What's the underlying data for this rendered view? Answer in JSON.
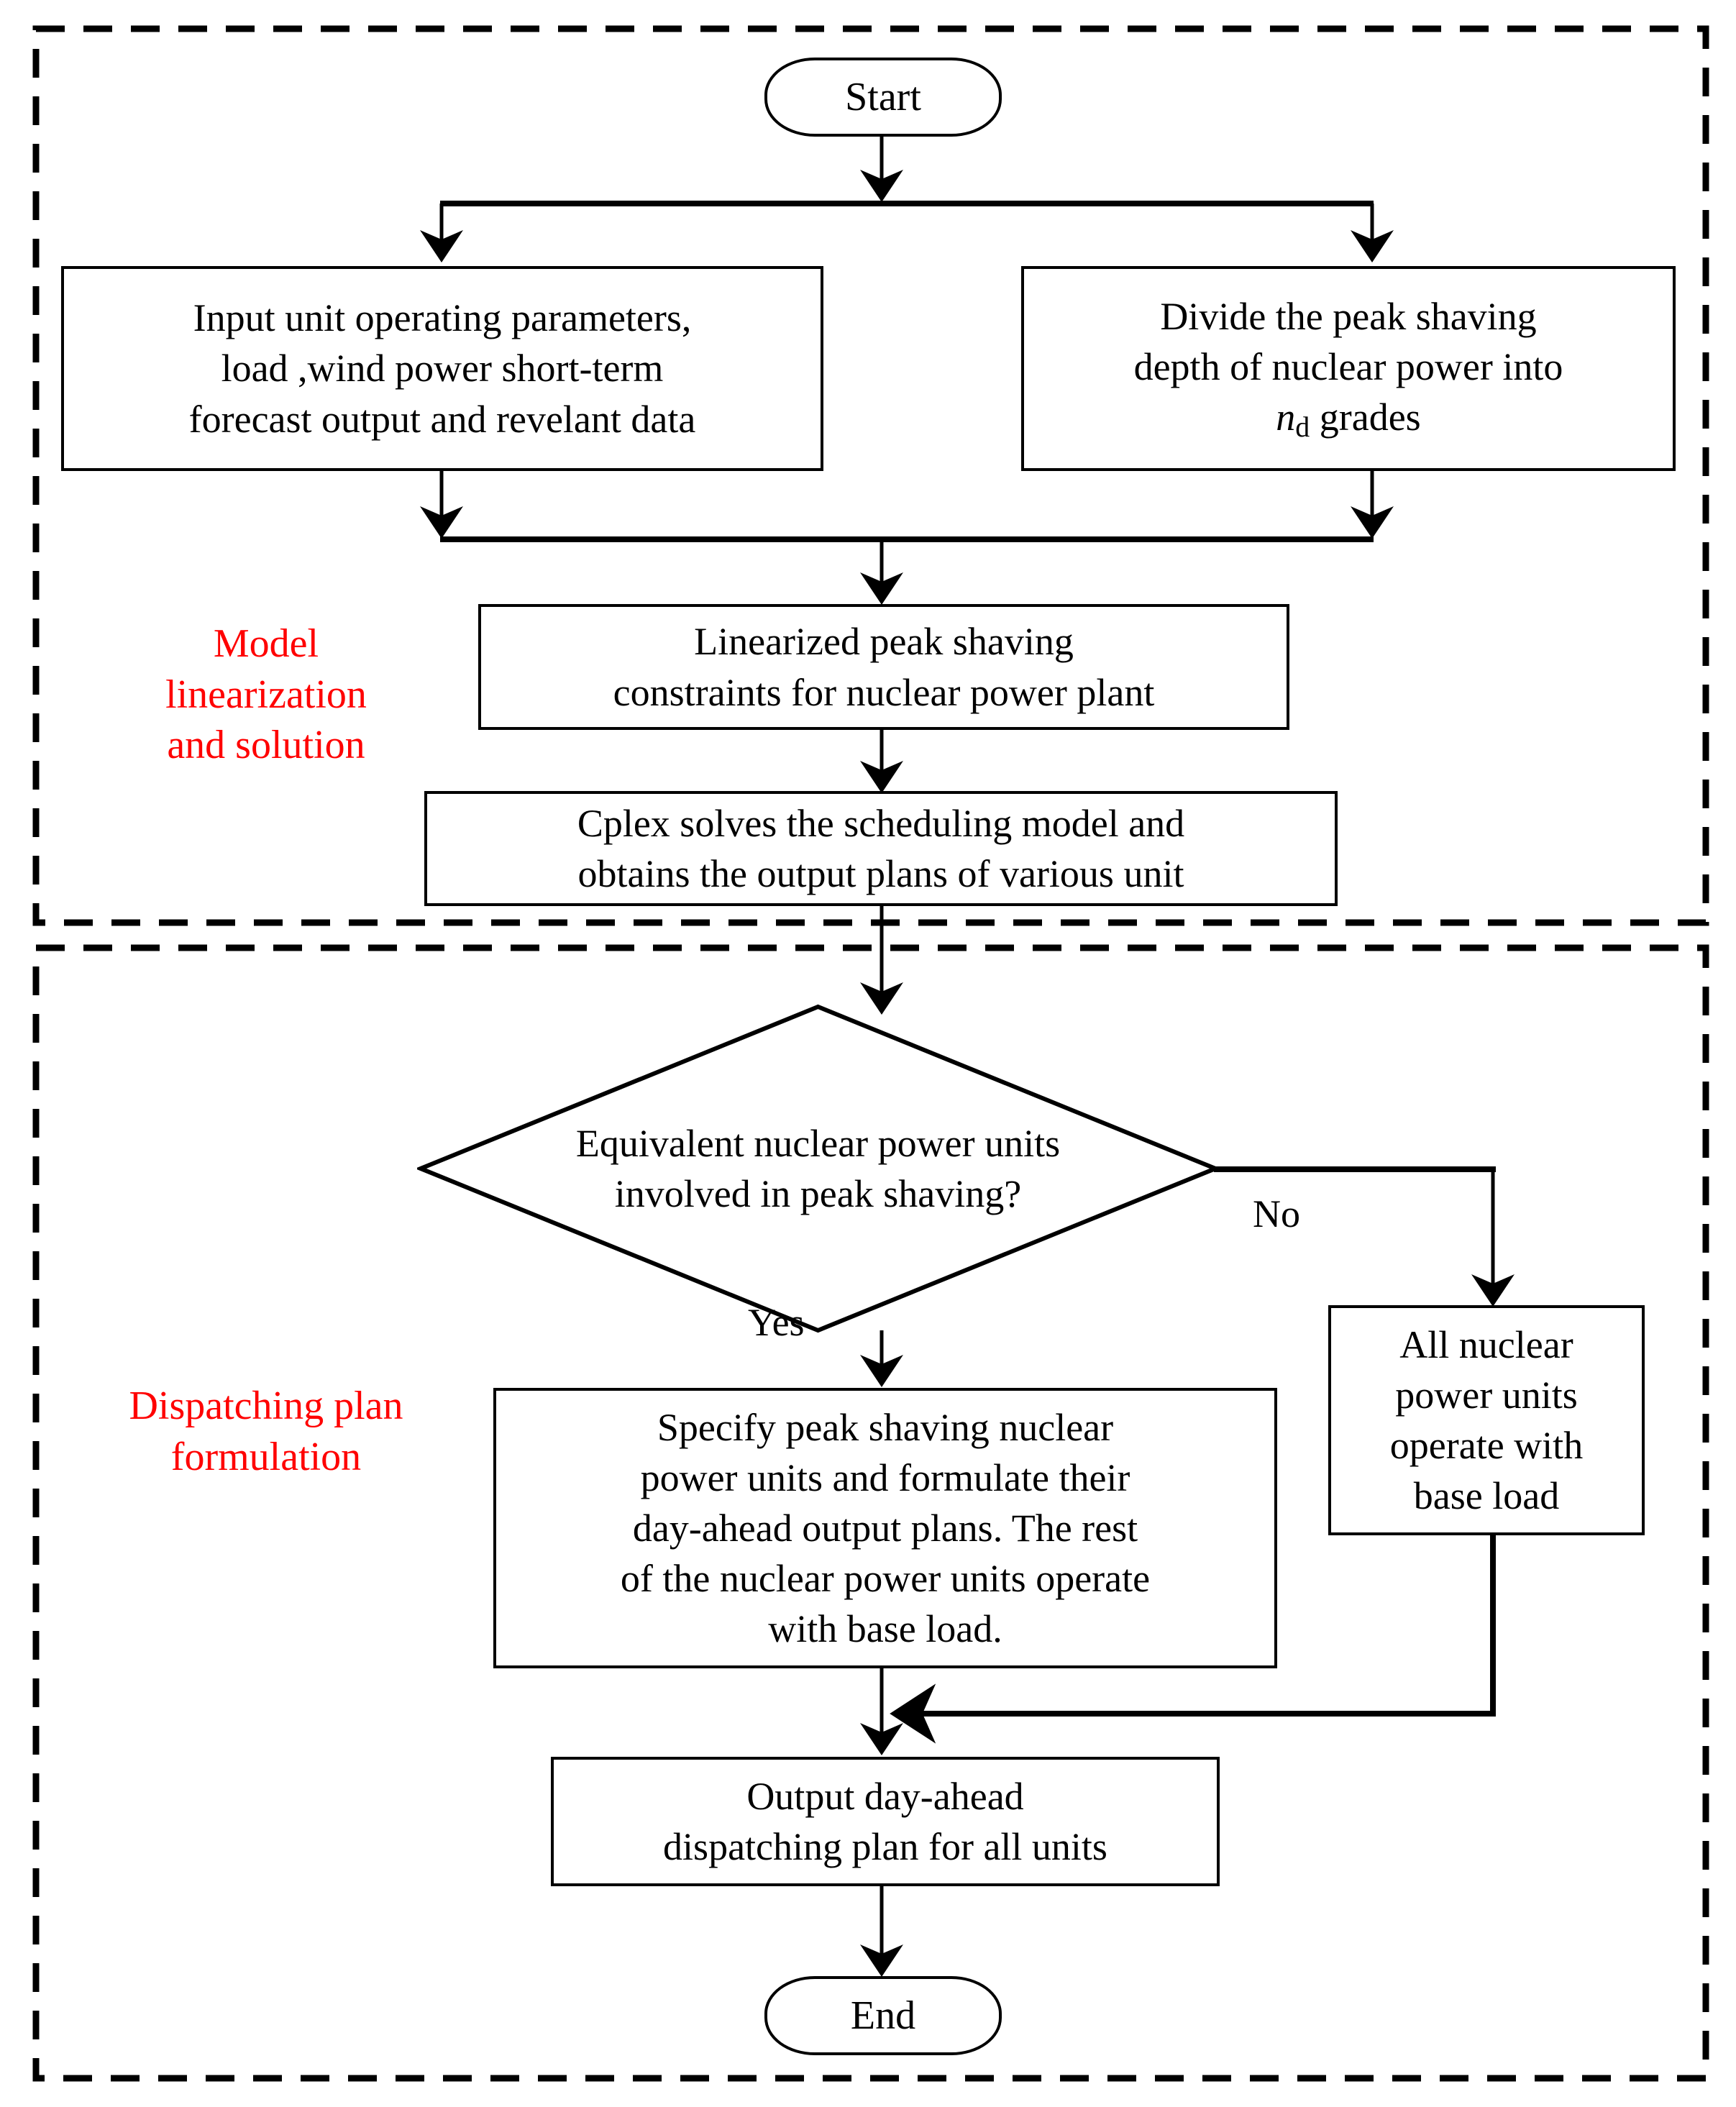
{
  "diagram": {
    "title": "Day-ahead dispatching flowchart for nuclear power peak shaving",
    "colors": {
      "stroke": "#000000",
      "fill": "#ffffff",
      "phase_label": "#ff0000"
    },
    "phases": [
      {
        "id": "phase-1",
        "label": "Model\nlinearization\nand solution"
      },
      {
        "id": "phase-2",
        "label": "Dispatching plan\nformulation"
      }
    ],
    "nodes": {
      "start": {
        "shape": "terminator",
        "label": "Start"
      },
      "input_params": {
        "shape": "process",
        "label": "Input unit operating parameters,\nload ,wind power short-term\nforecast output and revelant data"
      },
      "divide_depth": {
        "shape": "process",
        "label_line1": "Divide the peak shaving",
        "label_line2": "depth of nuclear power into",
        "label_line3_pre": "n",
        "label_line3_sub": "d",
        "label_line3_post": " grades"
      },
      "linearized": {
        "shape": "process",
        "label": "Linearized peak shaving\nconstraints for nuclear power plant"
      },
      "cplex": {
        "shape": "process",
        "label": "Cplex solves the scheduling model and\nobtains  the output plans of various unit"
      },
      "decision": {
        "shape": "decision",
        "label": "Equivalent nuclear power units\ninvolved in peak shaving?"
      },
      "specify": {
        "shape": "process",
        "label": "Specify peak shaving nuclear\npower units and formulate their\nday-ahead output plans. The rest\nof the nuclear power units operate\nwith base load."
      },
      "all_base": {
        "shape": "process",
        "label": "All nuclear\npower units\noperate with\nbase load"
      },
      "output_plan": {
        "shape": "process",
        "label": "Output day-ahead\ndispatching plan for all units"
      },
      "end": {
        "shape": "terminator",
        "label": "End"
      }
    },
    "edge_labels": {
      "yes": "Yes",
      "no": "No"
    }
  }
}
